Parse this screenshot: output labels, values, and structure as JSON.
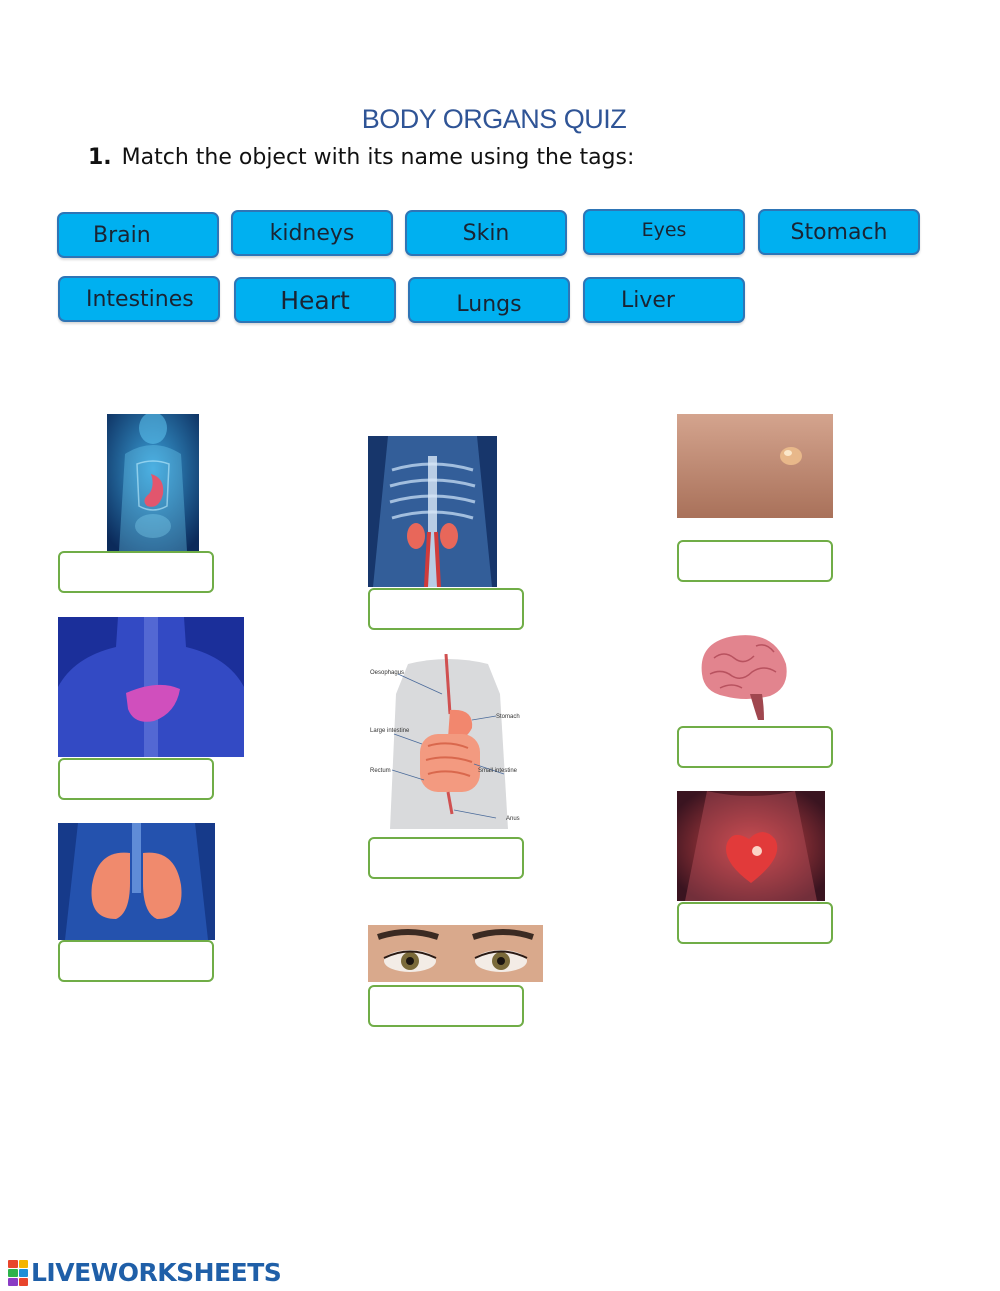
{
  "worksheet": {
    "title": "BODY ORGANS QUIZ",
    "question_number": "1.",
    "instruction": "Match the object with its name using the tags:"
  },
  "tags": [
    "Brain",
    "kidneys",
    "Skin",
    "Eyes",
    "Stomach",
    "Intestines",
    "Heart",
    "Lungs",
    "Liver"
  ],
  "images": [
    {
      "id": "stomach-image",
      "subject": "stomach"
    },
    {
      "id": "kidneys-image",
      "subject": "kidneys"
    },
    {
      "id": "skin-image",
      "subject": "skin"
    },
    {
      "id": "liver-image",
      "subject": "liver"
    },
    {
      "id": "intestines-image",
      "subject": "intestines"
    },
    {
      "id": "brain-image",
      "subject": "brain"
    },
    {
      "id": "lungs-image",
      "subject": "lungs"
    },
    {
      "id": "eyes-image",
      "subject": "eyes"
    },
    {
      "id": "heart-image",
      "subject": "heart"
    }
  ],
  "diagram_labels": {
    "oesophagus": "Oesophagus",
    "stomach": "Stomach",
    "large_intestine": "Large intestine",
    "rectum": "Rectum",
    "small_intestine": "Small intestine",
    "anus": "Anus"
  },
  "branding": {
    "logo_text": "LIVEWORKSHEETS",
    "colors": {
      "accent": "#00b0f0",
      "title": "#2f5496",
      "dropzone": "#70ad47",
      "logo": "#1f5fa8"
    }
  }
}
